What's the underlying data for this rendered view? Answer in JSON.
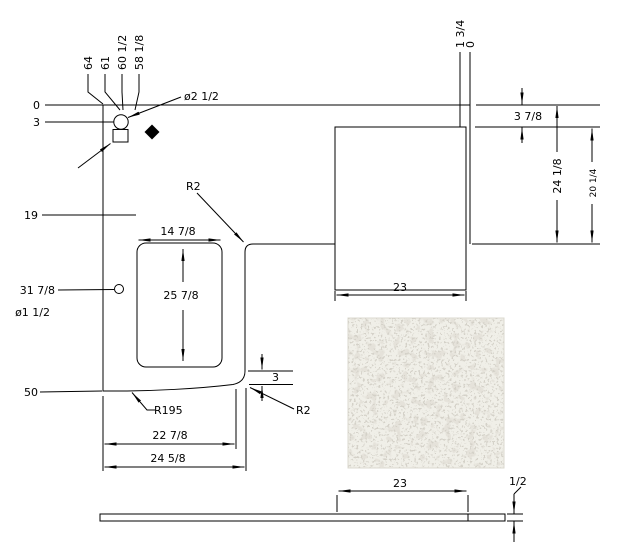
{
  "colors": {
    "line": "#000000",
    "background": "#ffffff",
    "swatch_base": "#f0efe8",
    "swatch_speckle": "#a9a59a"
  },
  "plan_view": {
    "top_ordinates": [
      "64",
      "61",
      "60 1/2",
      "58 1/8"
    ],
    "right_ordinates": [
      "1 3/4",
      "0"
    ],
    "left_ordinates": {
      "zero": "0",
      "three": "3",
      "nineteen": "19",
      "hole_y": "31 7/8",
      "fifty": "50"
    },
    "hole_labels": {
      "large_dia": "ø2 1/2",
      "small_dia": "ø1 1/2"
    },
    "radius_labels": {
      "inner_corner": "R2",
      "front_corner": "R2",
      "front_curve": "R195"
    },
    "dimensions": {
      "top_offset": "3 7/8",
      "right_depth": "24 1/8",
      "inner_depth": "20 1/4",
      "appliance_width": "23",
      "sink_width": "14 7/8",
      "sink_depth": "25 7/8",
      "front_step": "3",
      "inner_width": "22 7/8",
      "outer_width": "24 5/8"
    }
  },
  "profile_view": {
    "dimensions": {
      "width": "23",
      "thickness": "1/2"
    }
  }
}
